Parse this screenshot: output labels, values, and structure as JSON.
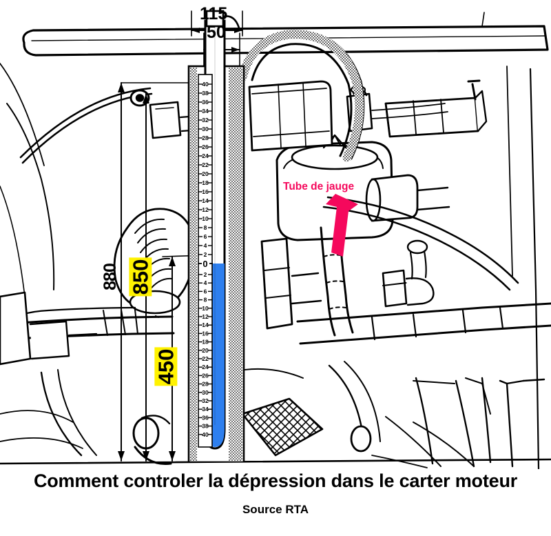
{
  "figure": {
    "type": "technical-line-drawing",
    "subject": "engine bay with U-tube manometer measuring crankcase depression"
  },
  "dimensions": {
    "width_outer": "115",
    "width_inner": "50",
    "height_outer": "880",
    "height_mid": "850",
    "height_lower": "450"
  },
  "annotations": {
    "tube_label": "Tube de jauge",
    "arrow_color": "#F5085C"
  },
  "manometer": {
    "liquid_color": "#2E7FEE",
    "zero_label": "0",
    "scale_upper": [
      "40",
      "38",
      "36",
      "34",
      "32",
      "30",
      "28",
      "26",
      "24",
      "22",
      "20",
      "18",
      "16",
      "14",
      "12",
      "10",
      "8",
      "6",
      "4",
      "2"
    ],
    "scale_lower": [
      "2",
      "4",
      "6",
      "8",
      "10",
      "12",
      "14",
      "16",
      "18",
      "20",
      "22",
      "24",
      "26",
      "28",
      "30",
      "32",
      "34",
      "36",
      "38",
      "40"
    ]
  },
  "caption": {
    "title": "Comment controler la dépression dans le carter moteur",
    "source": "Source RTA"
  },
  "colors": {
    "highlight": "#FFF200",
    "ink": "#000000",
    "accent": "#F5085C",
    "liquid": "#2E7FEE"
  }
}
